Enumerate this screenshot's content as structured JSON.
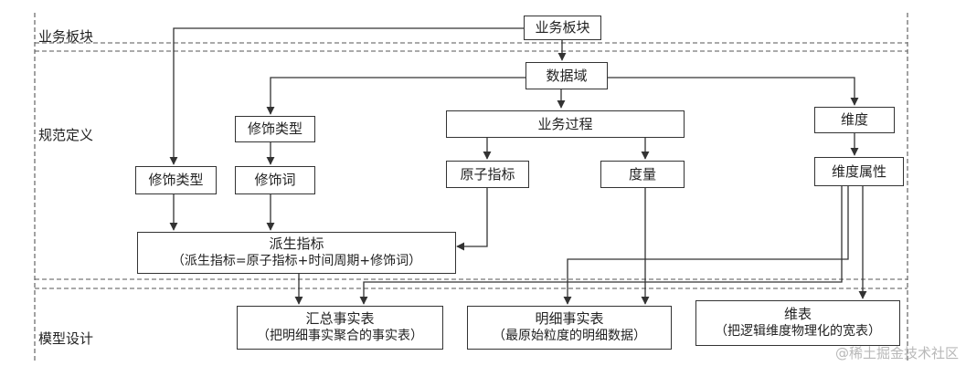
{
  "layers": {
    "business": "业务板块",
    "spec": "规范定义",
    "model": "模型设计"
  },
  "nodes": {
    "business_block": "业务板块",
    "data_domain": "数据域",
    "modifier_type_upper": "修饰类型",
    "business_process": "业务过程",
    "dimension": "维度",
    "modifier_type_left": "修饰类型",
    "modifier_word": "修饰词",
    "atomic_metric": "原子指标",
    "measure": "度量",
    "dimension_attr": "维度属性",
    "derived_metric": {
      "title": "派生指标",
      "sub": "（派生指标=原子指标+时间周期+修饰词）"
    },
    "summary_fact": {
      "title": "汇总事实表",
      "sub": "（把明细事实聚合的事实表）"
    },
    "detail_fact": {
      "title": "明细事实表",
      "sub": "（最原始粒度的明细数据）"
    },
    "dim_table": {
      "title": "维表",
      "sub": "（把逻辑维度物理化的宽表）"
    }
  },
  "watermark": "@稀土掘金技术社区"
}
